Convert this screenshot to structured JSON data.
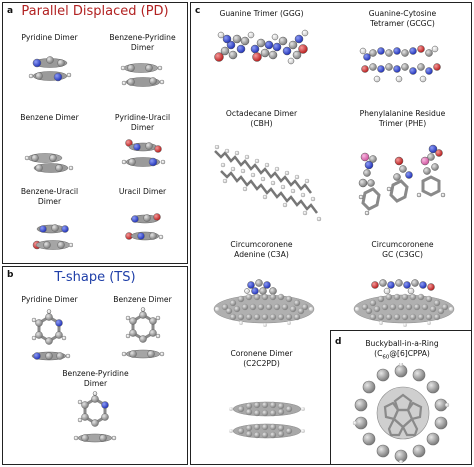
{
  "colors": {
    "pd_title": "#b22222",
    "ts_title": "#1f3fa8",
    "carbon": "#9a9a9a",
    "nitrogen": "#3b4fd6",
    "oxygen": "#d62c2c",
    "hydrogen": "#f2f2f2"
  },
  "panel_a": {
    "label": "a",
    "title": "Parallel Displaced (PD)",
    "items": [
      {
        "lines": [
          "Pyridine Dimer"
        ]
      },
      {
        "lines": [
          "Benzene-Pyridine",
          "Dimer"
        ]
      },
      {
        "lines": [
          "Benzene Dimer"
        ]
      },
      {
        "lines": [
          "Pyridine-Uracil",
          "Dimer"
        ]
      },
      {
        "lines": [
          "Benzene-Uracil",
          "Dimer"
        ]
      },
      {
        "lines": [
          "Uracil Dimer"
        ]
      }
    ]
  },
  "panel_b": {
    "label": "b",
    "title": "T-shape (TS)",
    "items": [
      {
        "lines": [
          "Pyridine Dimer"
        ]
      },
      {
        "lines": [
          "Benzene Dimer"
        ]
      },
      {
        "lines": [
          "Benzene-Pyridine",
          "Dimer"
        ]
      }
    ]
  },
  "panel_c": {
    "label": "c",
    "items": [
      {
        "lines": [
          "Guanine Trimer (GGG)"
        ]
      },
      {
        "lines": [
          "Guanine-Cytosine",
          "Tetramer (GCGC)"
        ]
      },
      {
        "lines": [
          "Octadecane Dimer",
          "(CBH)"
        ]
      },
      {
        "lines": [
          "Phenylalanine Residue",
          "Trimer (PHE)"
        ]
      },
      {
        "lines": [
          "Circumcoronene",
          "Adenine (C3A)"
        ]
      },
      {
        "lines": [
          "Circumcoronene",
          "GC (C3GC)"
        ]
      },
      {
        "lines": [
          "Coronene Dimer",
          "(C2C2PD)"
        ]
      }
    ]
  },
  "panel_d": {
    "label": "d",
    "lines": [
      "Buckyball-in-a-Ring",
      "(C",
      "60",
      "@[6]CPPA)"
    ]
  }
}
